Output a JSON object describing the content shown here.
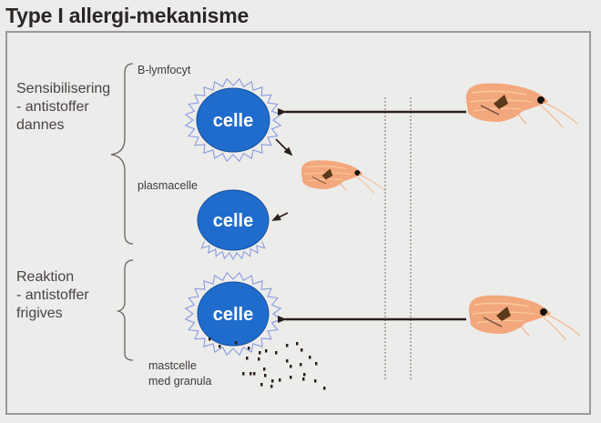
{
  "title": "Type I allergi-mekanisme",
  "phases": {
    "sensitization": {
      "lines": [
        "Sensibilisering",
        "- antistoffer",
        "dannes"
      ]
    },
    "reaction": {
      "lines": [
        "Reaktion",
        "- antistoffer",
        "frigives"
      ]
    }
  },
  "cells": {
    "b_lymphocyte": {
      "label": "B-lymfocyt",
      "text": "celle"
    },
    "plasma_cell": {
      "label": "plasmacelle",
      "text": "celle"
    },
    "mast_cell": {
      "label_lines": [
        "mastcelle",
        "med granula"
      ],
      "text": "celle"
    }
  },
  "colors": {
    "cell_fill": "#1f6ccc",
    "spikes": "#8a9be0",
    "shrimp": "#f4a070",
    "arrow": "#2b1f1d"
  }
}
